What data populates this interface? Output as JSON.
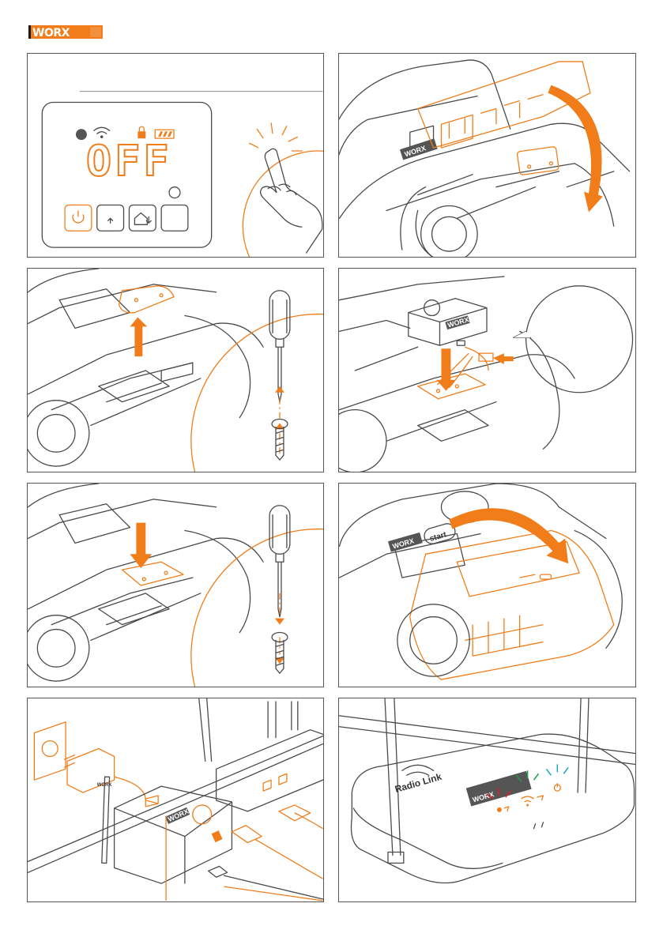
{
  "header": {
    "logo_text": "WORX"
  },
  "panel1": {
    "display_text": "OFF"
  },
  "panel2": {
    "mower_brand": "WORX"
  },
  "panel4": {
    "module_brand": "WORX"
  },
  "panel6": {
    "mower_brand": "WORX",
    "button_label": "start"
  },
  "panel7": {
    "router_brand": "WORX"
  },
  "panel8": {
    "router_brand": "WORX",
    "antenna_brand": "Radio Link"
  },
  "colors": {
    "accent": "#f07d1a",
    "line": "#4a4a4a",
    "led_red": "#e0202a",
    "led_green": "#1aa04a",
    "led_cyan": "#1aa8c8"
  }
}
